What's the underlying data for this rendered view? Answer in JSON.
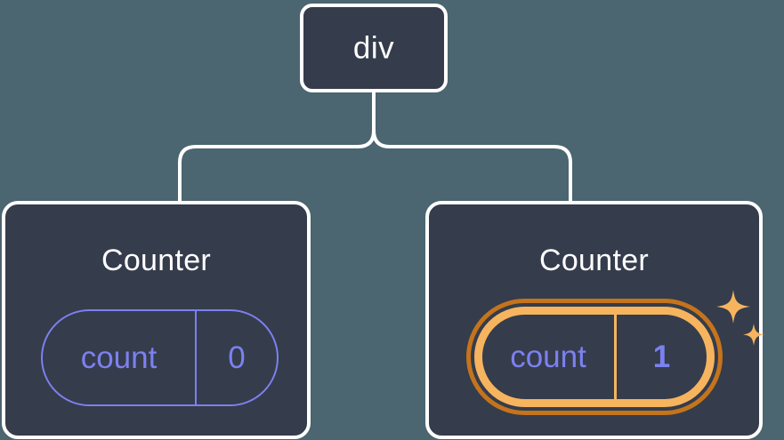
{
  "diagram": {
    "type": "component-tree",
    "background_color": "#4b6571",
    "node_fill": "#353c4c",
    "node_border": "#ffffff",
    "accent_purple": "#7c81ef",
    "accent_orange_light": "#f6b45f",
    "accent_orange_dark": "#c4741c",
    "root": {
      "label": "div"
    },
    "children": [
      {
        "label": "Counter",
        "state": {
          "key": "count",
          "value": "0"
        },
        "highlighted": false,
        "sparkle": false
      },
      {
        "label": "Counter",
        "state": {
          "key": "count",
          "value": "1"
        },
        "highlighted": true,
        "sparkle": true
      }
    ],
    "icons": {
      "sparkle_large": "sparkle-icon",
      "sparkle_small": "sparkle-icon"
    }
  }
}
